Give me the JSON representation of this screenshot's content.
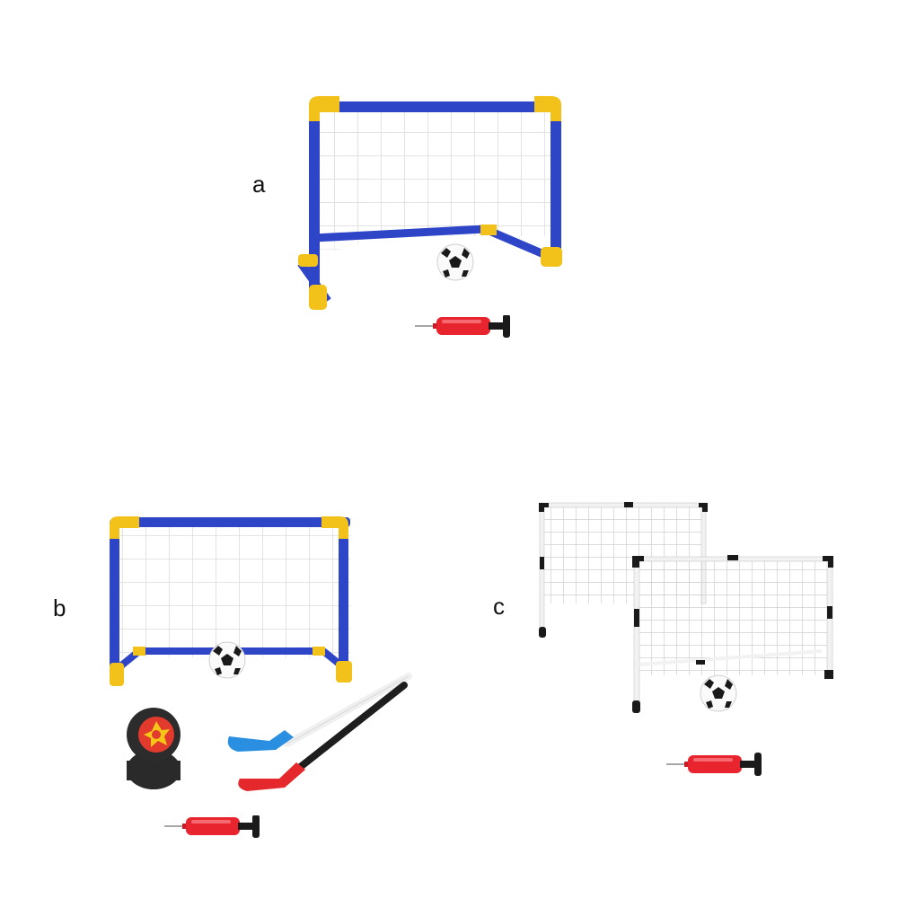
{
  "panels": [
    {
      "id": "a",
      "label": "a",
      "contents": [
        "blue-yellow soccer goal with net",
        "soccer ball",
        "red hand pump"
      ]
    },
    {
      "id": "b",
      "label": "b",
      "contents": [
        "blue-yellow soccer goal with net",
        "soccer ball",
        "two hockey pucks",
        "blue hockey stick",
        "red-black hockey stick",
        "red hand pump"
      ]
    },
    {
      "id": "c",
      "label": "c",
      "contents": [
        "two white-black soccer goals with nets",
        "soccer ball",
        "red hand pump"
      ]
    }
  ],
  "colors": {
    "frame_blue": "#2f45c8",
    "frame_yellow": "#f2c21a",
    "pump_red": "#e8242f",
    "frame_white": "#f2f2f2",
    "joint_black": "#1a1a1a"
  }
}
